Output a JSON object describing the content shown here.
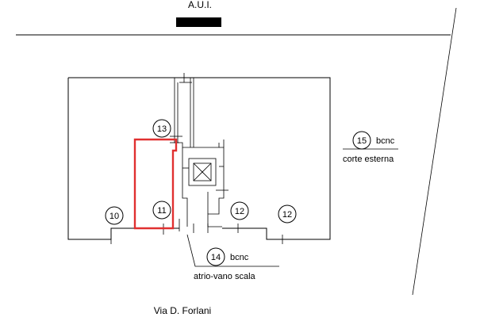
{
  "top_label": "A.U.I.",
  "street": "Via D. Forlani",
  "markers": {
    "m10": "10",
    "m11": "11",
    "m12a": "12",
    "m12b": "12",
    "m13": "13",
    "m14": "14",
    "m15": "15"
  },
  "texts": {
    "bcnc14": "bcnc",
    "bcnc15": "bcnc",
    "corte": "corte esterna",
    "atrio": "atrio-vano scala"
  },
  "colors": {
    "highlight": "#e03030",
    "line": "#000000"
  }
}
